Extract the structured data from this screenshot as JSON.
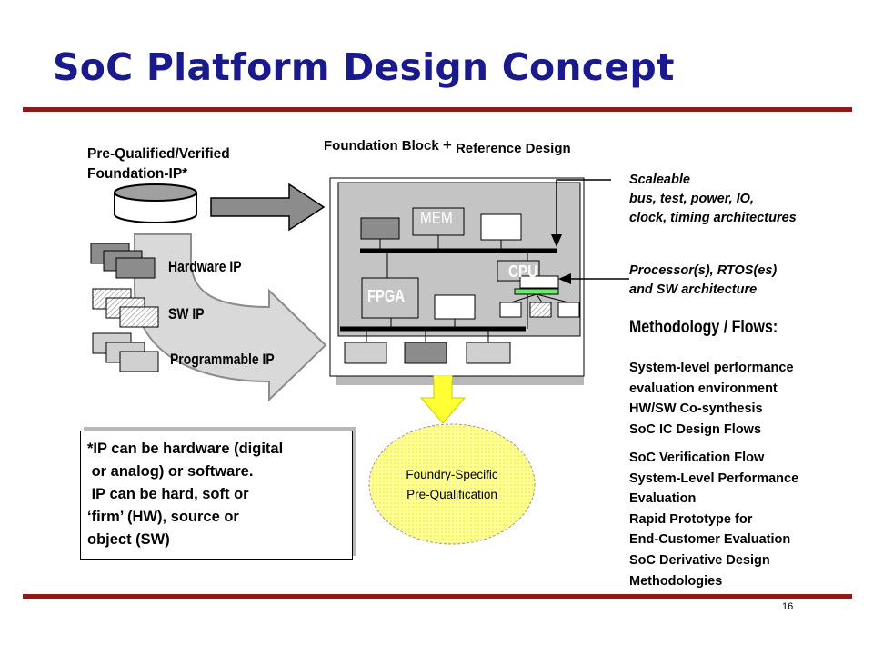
{
  "title": "SoC Platform Design Concept",
  "foundation_ip_label_line1": "Pre-Qualified/Verified",
  "foundation_ip_label_line2": "Foundation-IP*",
  "foundation_block_label": "Foundation Block",
  "plus_sign": "+",
  "reference_design_label": "Reference Design",
  "hardware_ip_label": "Hardware IP",
  "sw_ip_label": "SW IP",
  "programmable_ip_label": "Programmable IP",
  "mem_label": "MEM",
  "fpga_label": "FPGA",
  "cpu_label": "CPU",
  "scaleable_note": [
    "Scaleable",
    "bus, test, power, IO,",
    "clock, timing architectures"
  ],
  "processor_note": [
    "Processor(s), RTOS(es)",
    "and SW architecture"
  ],
  "methodology_heading": "Methodology / Flows:",
  "methodology_items_1": [
    "System-level performance",
    "evaluation environment",
    "HW/SW Co-synthesis",
    "SoC IC Design Flows"
  ],
  "methodology_items_2": [
    "SoC Verification Flow",
    "System-Level Performance",
    "Evaluation",
    "Rapid Prototype for",
    "End-Customer Evaluation",
    "SoC Derivative Design",
    "Methodologies"
  ],
  "foundry_label_line1": "Foundry-Specific",
  "foundry_label_line2": "Pre-Qualification",
  "ip_note": "*IP can be hardware (digital\n or analog) or software.\n IP can be hard, soft or\n‘firm’ (HW), source or\nobject (SW)",
  "page_number": "16",
  "colors": {
    "title": "#1a1a8c",
    "rule": "#8b1a1a",
    "foundry_fill": "#ffff99",
    "arrow_yellow": "#ffff33"
  }
}
